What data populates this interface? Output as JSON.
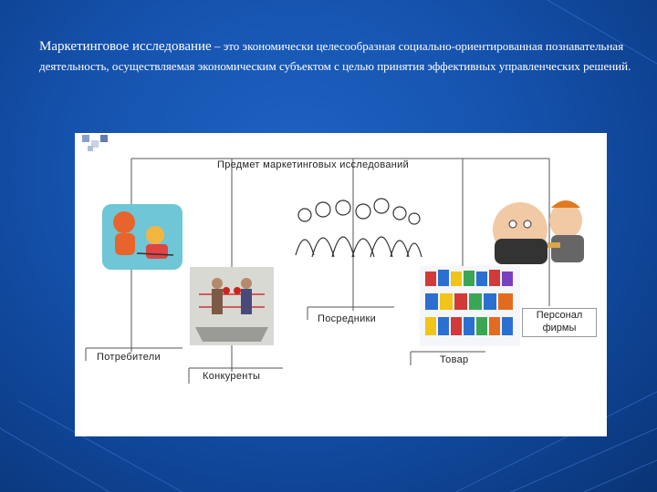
{
  "title": {
    "term": "Маркетинговое исследование",
    "definition": " – это экономически целесообразная социально-ориентированная познавательная деятельность, осуществляемая экономическим субъектом с целью принятия эффективных управленческих решений."
  },
  "diagram": {
    "heading": "Предмет маркетинговых исследований",
    "nodes": {
      "consumers": "Потребители",
      "competitors": "Конкуренты",
      "intermediaries": "Посредники",
      "goods": "Товар",
      "personnel_line1": "Персонал",
      "personnel_line2": "фирмы"
    }
  },
  "icons": [
    "cartoon-customer-icon",
    "boxing-ring-icon",
    "crowd-sketch-icon",
    "product-shelf-icon",
    "employees-cartoon-icon"
  ],
  "colors": {
    "background": "#1552ad",
    "slide": "#ffffff",
    "lines": "#555555"
  }
}
